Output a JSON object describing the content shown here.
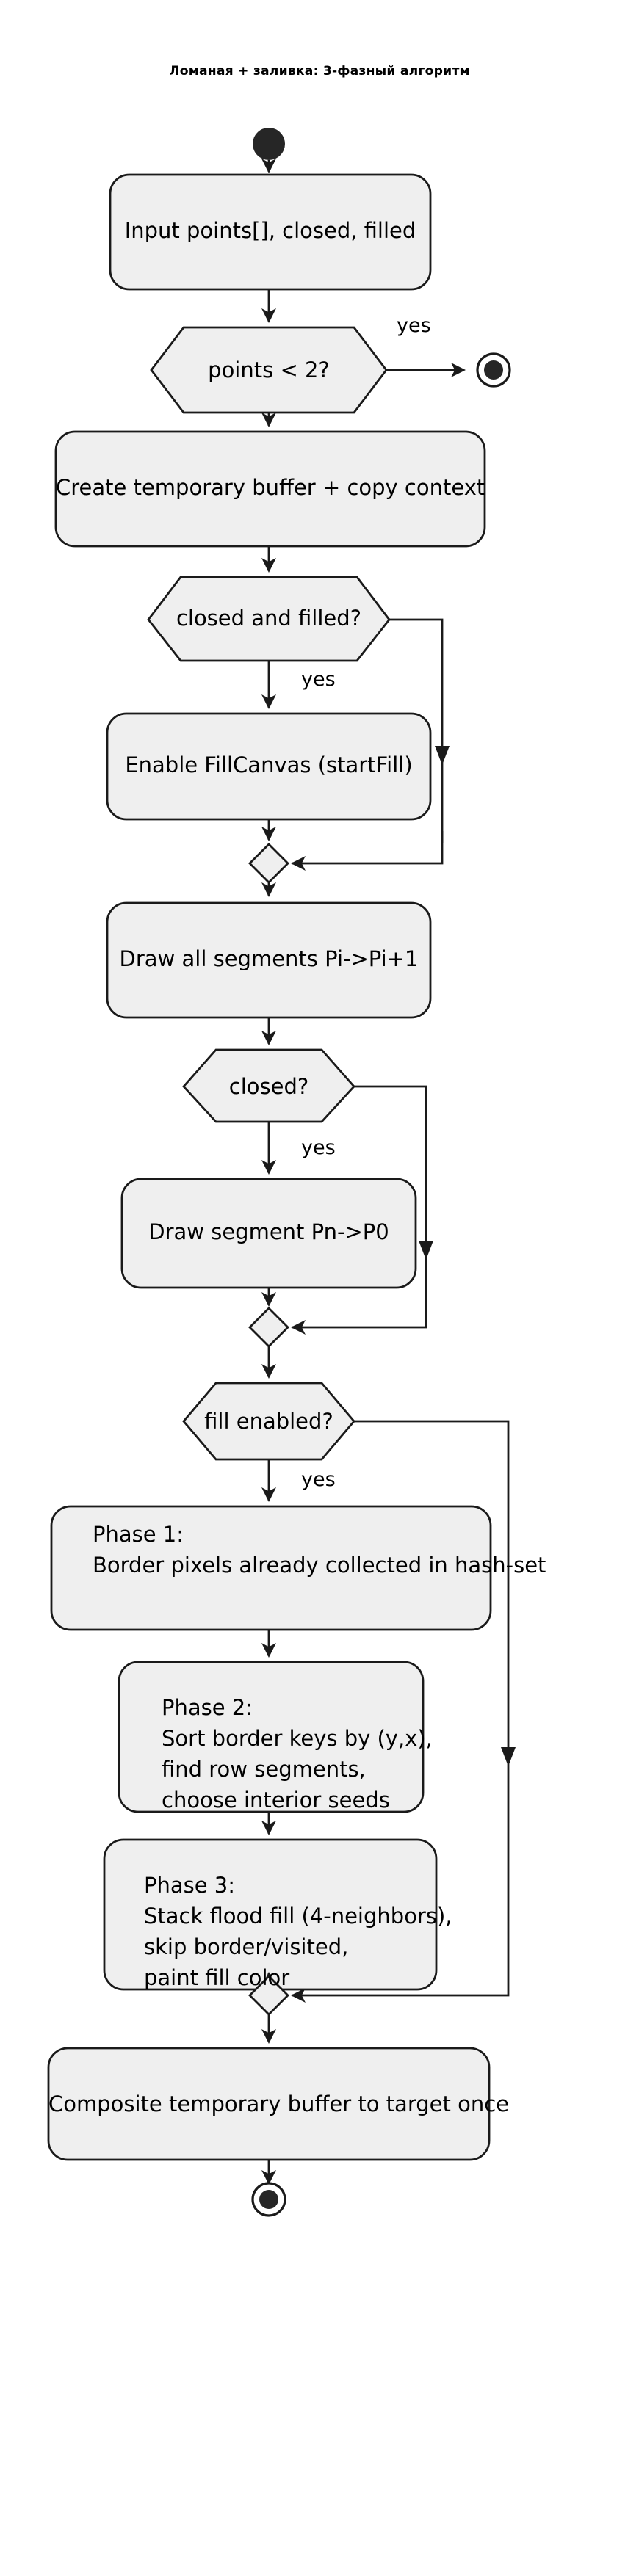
{
  "diagram": {
    "title": "Ломаная + заливка: 3-фазный алгоритм",
    "type": "activity-flowchart",
    "colors": {
      "node_fill": "#EFEFEF",
      "node_stroke": "#1A1A1A",
      "edge_stroke": "#1A1A1A",
      "terminal_fill": "#262626",
      "text": "#000000",
      "background": "#FFFFFF"
    },
    "start_node": {
      "label": "",
      "shape": "filled-circle"
    },
    "nodes": [
      {
        "id": "input",
        "shape": "rounded-rect",
        "align": "center",
        "label": "Input points[], closed, filled"
      },
      {
        "id": "points-lt2",
        "shape": "hexagon",
        "align": "center",
        "label": "points < 2?"
      },
      {
        "id": "create-buf",
        "shape": "rounded-rect",
        "align": "center",
        "label": "Create temporary buffer + copy context"
      },
      {
        "id": "closed-and-filled",
        "shape": "hexagon",
        "align": "center",
        "label": "closed and filled?"
      },
      {
        "id": "enable-fill",
        "shape": "rounded-rect",
        "align": "center",
        "label": "Enable FillCanvas (startFill)"
      },
      {
        "id": "merge-1",
        "shape": "diamond",
        "align": "center",
        "label": ""
      },
      {
        "id": "draw-all",
        "shape": "rounded-rect",
        "align": "center",
        "label": "Draw all segments Pi->Pi+1"
      },
      {
        "id": "closed",
        "shape": "hexagon",
        "align": "center",
        "label": "closed?"
      },
      {
        "id": "draw-last",
        "shape": "rounded-rect",
        "align": "center",
        "label": "Draw segment Pn->P0"
      },
      {
        "id": "merge-2",
        "shape": "diamond",
        "align": "center",
        "label": ""
      },
      {
        "id": "fill-enabled",
        "shape": "hexagon",
        "align": "center",
        "label": "fill enabled?"
      },
      {
        "id": "phase-1",
        "shape": "rounded-rect",
        "align": "left",
        "label": "Phase 1:\nBorder pixels already collected in hash-set"
      },
      {
        "id": "phase-2",
        "shape": "rounded-rect",
        "align": "left",
        "label": "Phase 2:\nSort border keys by (y,x),\nfind row segments,\nchoose interior seeds"
      },
      {
        "id": "phase-3",
        "shape": "rounded-rect",
        "align": "left",
        "label": "Phase 3:\nStack flood fill (4-neighbors),\nskip border/visited,\npaint fill color"
      },
      {
        "id": "merge-3",
        "shape": "diamond",
        "align": "center",
        "label": ""
      },
      {
        "id": "composite",
        "shape": "rounded-rect",
        "align": "center",
        "label": "Composite temporary buffer to target once"
      }
    ],
    "edge_labels": [
      {
        "id": "yes-points-lt2",
        "text": "yes"
      },
      {
        "id": "yes-closed-and-filled",
        "text": "yes"
      },
      {
        "id": "yes-closed",
        "text": "yes"
      },
      {
        "id": "yes-fill-enabled",
        "text": "yes"
      }
    ],
    "end_nodes": [
      {
        "id": "end-early",
        "shape": "bullseye"
      },
      {
        "id": "end-final",
        "shape": "bullseye"
      }
    ]
  }
}
